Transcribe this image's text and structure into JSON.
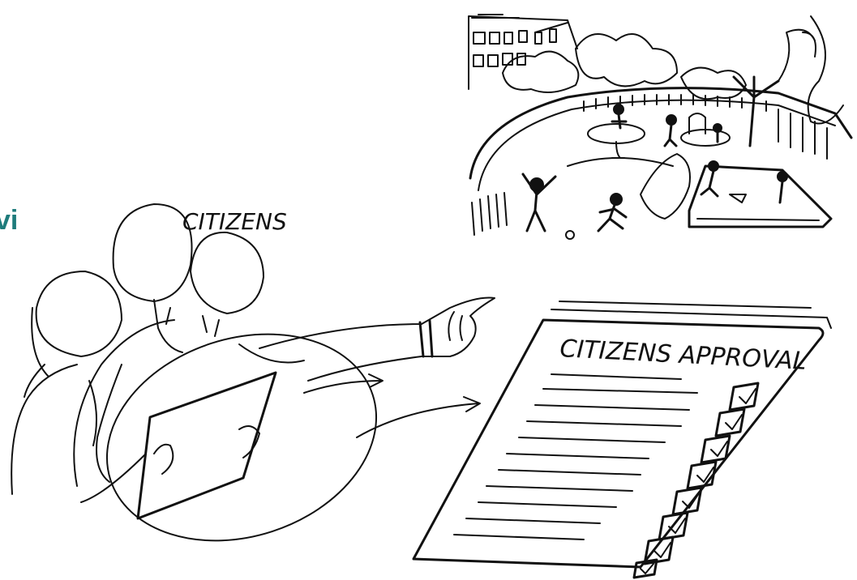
{
  "labels": {
    "edge_word": "vi",
    "group": "CITIZENS",
    "document_title": "CITIZENS APPROVAL"
  },
  "colors": {
    "accent": "#1e7b7b",
    "ink": "#111111",
    "background": "#ffffff"
  },
  "checklist": {
    "checked_boxes": 8
  }
}
